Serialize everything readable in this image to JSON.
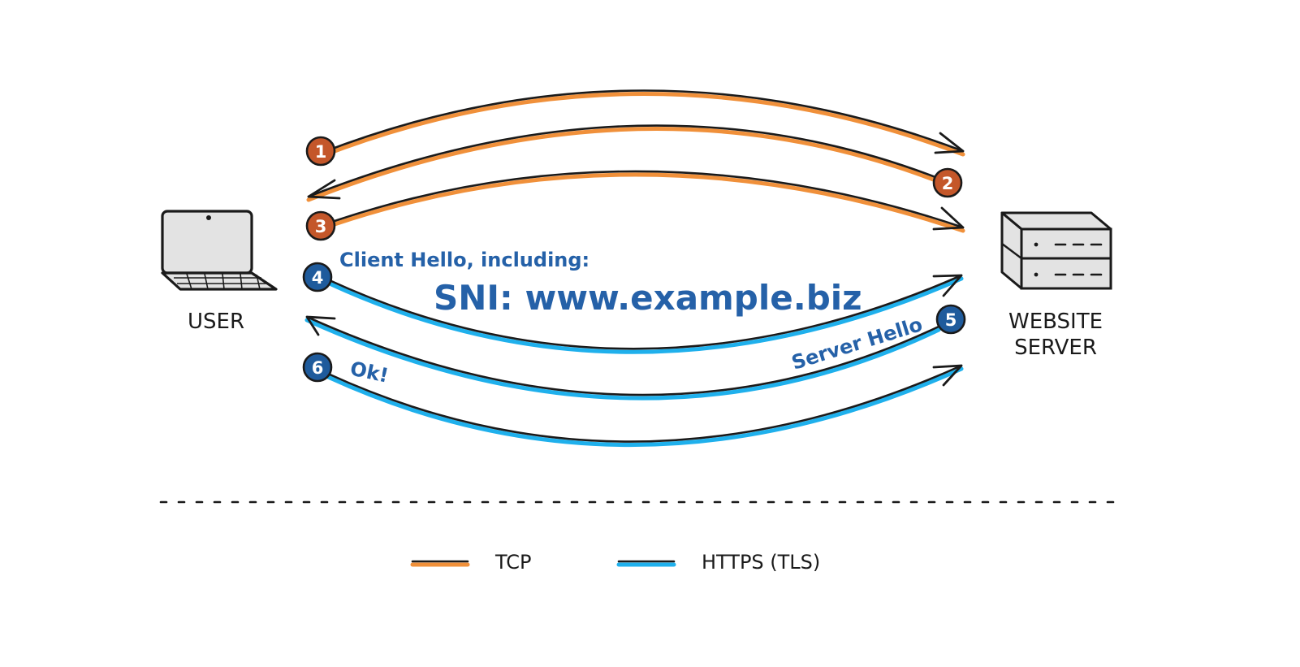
{
  "colors": {
    "tcp": "#f0903a",
    "tls": "#1fb0ec",
    "badge_tcp": "#c4572a",
    "badge_tls": "#1f5b9c",
    "label_blue": "#2561a8",
    "ink": "#1a1a1a",
    "device_fill": "#e3e3e3"
  },
  "icons": {
    "user_device": "laptop-icon",
    "server_device": "server-icon"
  },
  "nodes": {
    "user": {
      "label": "USER"
    },
    "server": {
      "label_line1": "WEBSITE",
      "label_line2": "SERVER"
    }
  },
  "steps": [
    {
      "number": "1",
      "protocol": "TCP",
      "direction": "to-server"
    },
    {
      "number": "2",
      "protocol": "TCP",
      "direction": "to-user"
    },
    {
      "number": "3",
      "protocol": "TCP",
      "direction": "to-server"
    },
    {
      "number": "4",
      "protocol": "HTTPS (TLS)",
      "direction": "to-server",
      "label": "Client Hello, including:",
      "detail": "SNI: www.example.biz"
    },
    {
      "number": "5",
      "protocol": "HTTPS (TLS)",
      "direction": "to-user",
      "label": "Server Hello"
    },
    {
      "number": "6",
      "protocol": "HTTPS (TLS)",
      "direction": "to-server",
      "label": "Ok!"
    }
  ],
  "legend": {
    "tcp_label": "TCP",
    "tls_label": "HTTPS (TLS)"
  }
}
